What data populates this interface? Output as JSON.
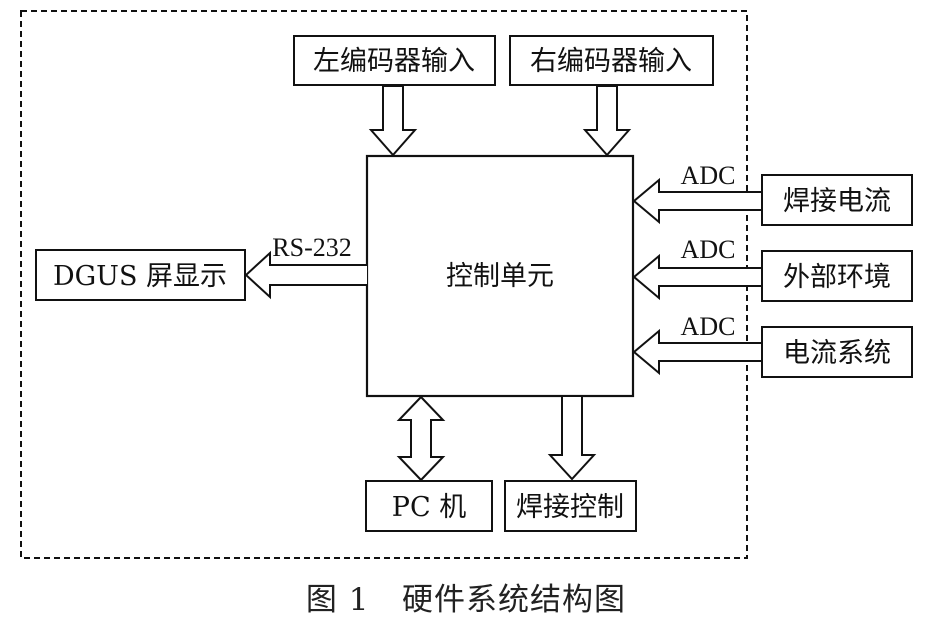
{
  "diagram": {
    "center": "控制单元",
    "top_inputs": [
      "左编码器输入",
      "右编码器输入"
    ],
    "right_inputs": [
      "焊接电流",
      "外部环境",
      "电流系统"
    ],
    "right_link_label": "ADC",
    "left_output": "DGUS 屏显示",
    "left_link_label": "RS-232",
    "bottom_bidirectional": "PC 机",
    "bottom_output": "焊接控制"
  },
  "caption": "图 1   硬件系统结构图",
  "colors": {
    "stroke": "#111111",
    "background": "#ffffff"
  }
}
